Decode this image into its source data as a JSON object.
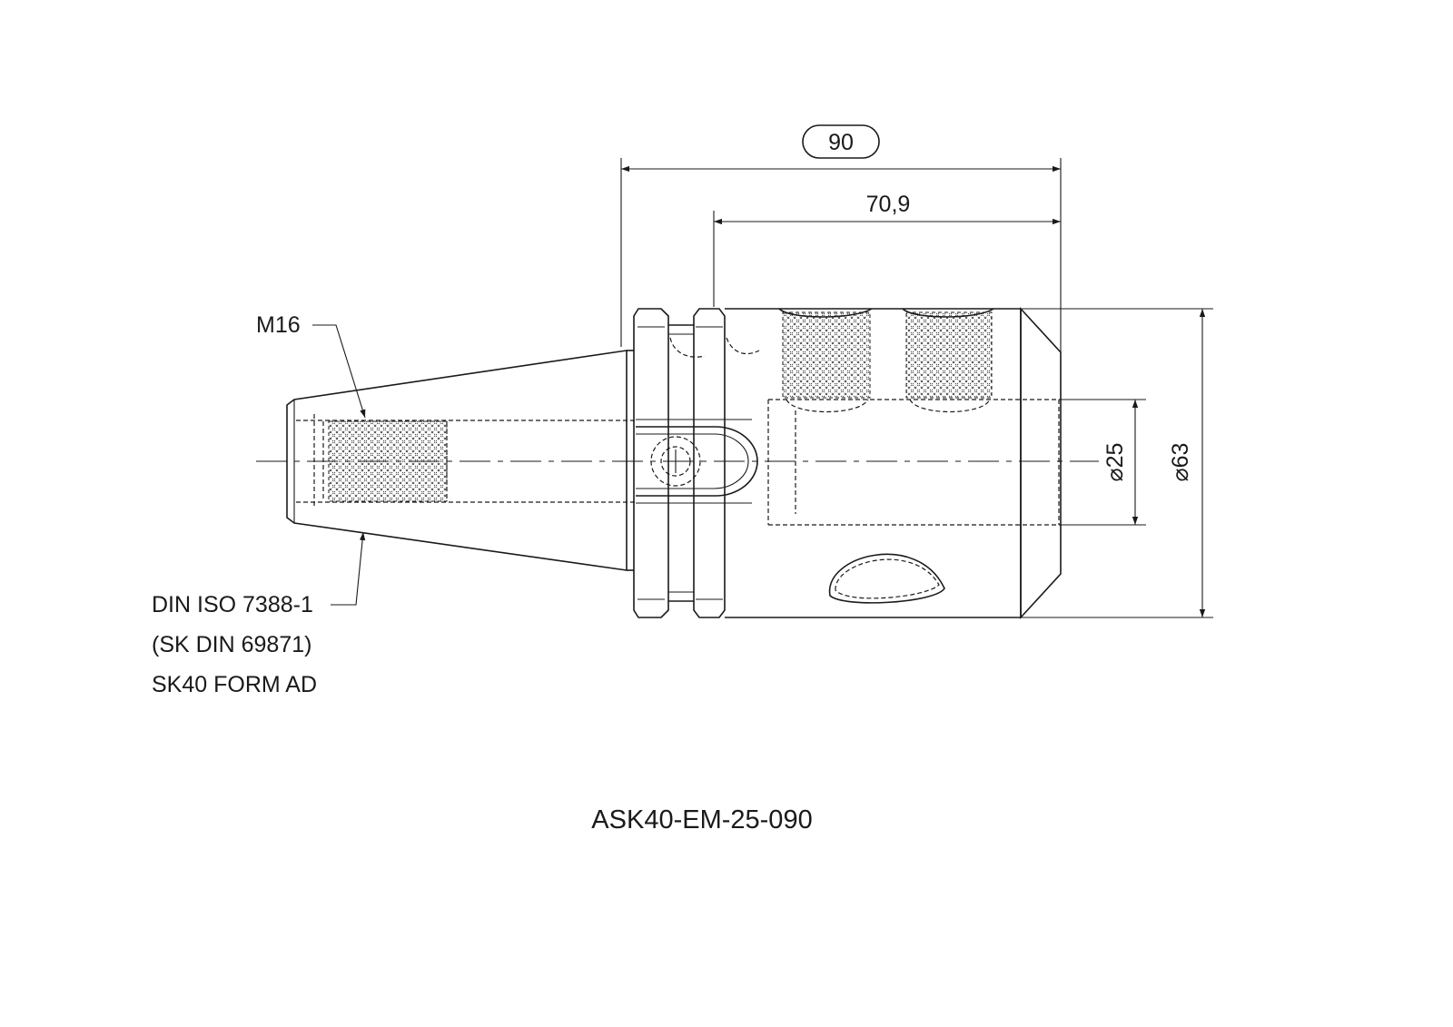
{
  "part_number": "ASK40-EM-25-090",
  "dimensions": {
    "overall_length": "90",
    "body_length": "70,9",
    "bore_diameter": "⌀25",
    "body_diameter": "⌀63"
  },
  "notes": {
    "thread": "M16",
    "standard_line1": "DIN ISO 7388-1",
    "standard_line2": "(SK DIN 69871)",
    "standard_line3": "SK40 FORM AD"
  }
}
